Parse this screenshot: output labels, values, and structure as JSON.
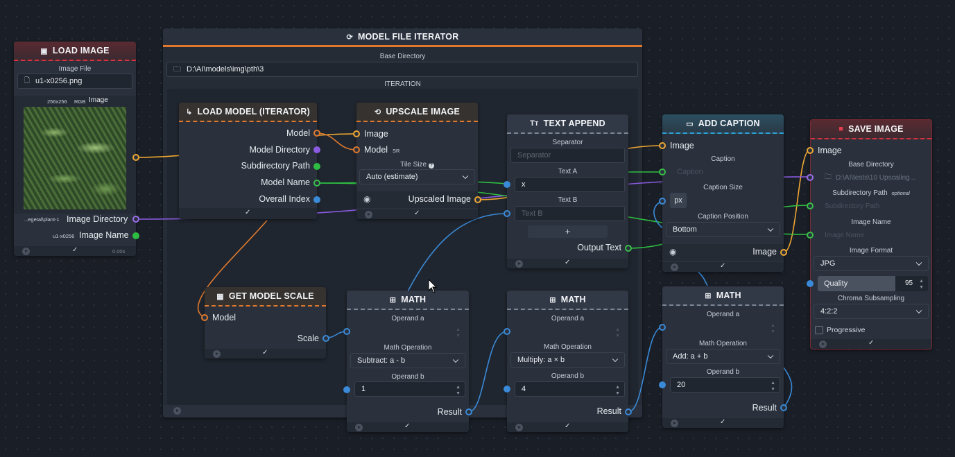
{
  "model_iterator": {
    "title": "MODEL FILE ITERATOR",
    "base_dir_label": "Base Directory",
    "base_dir_value": "D:\\AI\\models\\img\\pth\\3",
    "iteration_label": "ITERATION"
  },
  "load_image": {
    "title": "LOAD IMAGE",
    "file_label": "Image File",
    "file_value": "u1-x0256.png",
    "size_tag": "256x256",
    "mode_tag": "RGB",
    "image_output": "Image",
    "dir_value": "...egetal\\plant-1",
    "dir_output": "Image Directory",
    "name_value": "u1-x0256",
    "name_output": "Image Name",
    "timer": "0.00s"
  },
  "load_model": {
    "title": "LOAD MODEL (ITERATOR)",
    "outputs": [
      "Model",
      "Model Directory",
      "Subdirectory Path",
      "Model Name",
      "Overall Index"
    ]
  },
  "upscale": {
    "title": "UPSCALE IMAGE",
    "input_image": "Image",
    "input_model": "Model",
    "model_tag": "SR",
    "tile_label": "Tile Size",
    "tile_value": "Auto (estimate)",
    "output": "Upscaled Image"
  },
  "text_append": {
    "title": "TEXT APPEND",
    "sep_label": "Separator",
    "sep_placeholder": "Separator",
    "a_label": "Text A",
    "a_value": "x",
    "b_label": "Text B",
    "b_placeholder": "Text B",
    "add": "+",
    "output": "Output Text"
  },
  "add_caption": {
    "title": "ADD CAPTION",
    "input_image": "Image",
    "caption_label": "Caption",
    "caption_placeholder": "Caption",
    "size_label": "Caption Size",
    "size_unit": "px",
    "position_label": "Caption Position",
    "position_value": "Bottom",
    "output": "Image"
  },
  "save_image": {
    "title": "SAVE IMAGE",
    "input_image": "Image",
    "base_label": "Base Directory",
    "base_value": "D:\\AI\\tests\\10 Upscaling...",
    "sub_label": "Subdirectory Path",
    "sub_optional": "optional",
    "sub_placeholder": "Subdirectory Path",
    "name_label": "Image Name",
    "name_placeholder": "Image Name",
    "format_label": "Image Format",
    "format_value": "JPG",
    "quality_label": "Quality",
    "quality_value": "95",
    "chroma_label": "Chroma Subsampling",
    "chroma_value": "4:2:2",
    "progressive_label": "Progressive"
  },
  "get_scale": {
    "title": "GET MODEL SCALE",
    "input": "Model",
    "output": "Scale"
  },
  "math1": {
    "title": "MATH",
    "a_label": "Operand a",
    "op_label": "Math Operation",
    "op_value": "Subtract: a - b",
    "b_label": "Operand b",
    "b_value": "1",
    "output": "Result"
  },
  "math2": {
    "title": "MATH",
    "a_label": "Operand a",
    "op_label": "Math Operation",
    "op_value": "Multiply: a × b",
    "b_label": "Operand b",
    "b_value": "4",
    "output": "Result"
  },
  "math3": {
    "title": "MATH",
    "a_label": "Operand a",
    "op_label": "Math Operation",
    "op_value": "Add: a + b",
    "b_label": "Operand b",
    "b_value": "20",
    "output": "Result"
  },
  "colors": {
    "image": "#f0a832",
    "text": "#2ebd42",
    "number": "#3a8ad8",
    "directory": "#8a5ae0",
    "model": "#e07a2e"
  }
}
